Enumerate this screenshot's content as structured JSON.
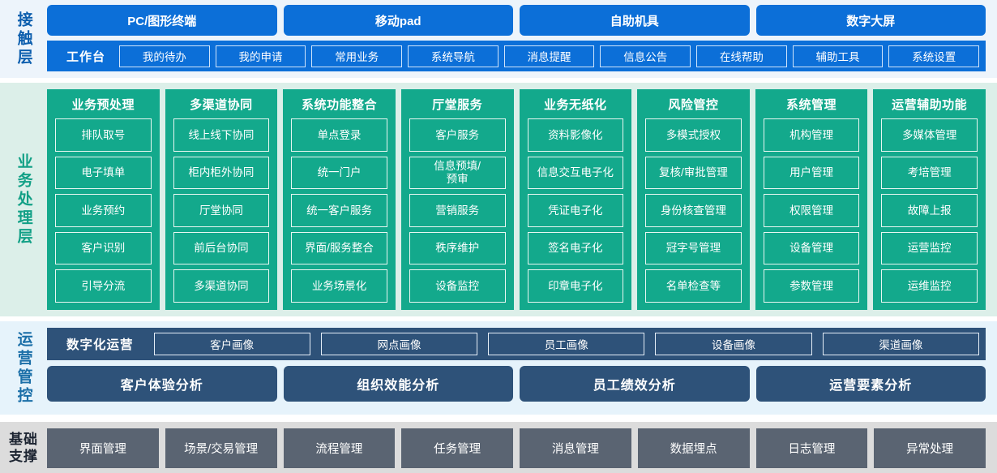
{
  "layers": {
    "contact": {
      "label": "接触层",
      "channels": [
        "PC/图形终端",
        "移动pad",
        "自助机具",
        "数字大屏"
      ],
      "workbench_title": "工作台",
      "workbench_items": [
        "我的待办",
        "我的申请",
        "常用业务",
        "系统导航",
        "消息提醒",
        "信息公告",
        "在线帮助",
        "辅助工具",
        "系统设置"
      ]
    },
    "business": {
      "label": "业务处理层",
      "columns": [
        {
          "title": "业务预处理",
          "items": [
            "排队取号",
            "电子填单",
            "业务预约",
            "客户识别",
            "引导分流"
          ]
        },
        {
          "title": "多渠道协同",
          "items": [
            "线上线下协同",
            "柜内柜外协同",
            "厅堂协同",
            "前后台协同",
            "多渠道协同"
          ]
        },
        {
          "title": "系统功能整合",
          "items": [
            "单点登录",
            "统一门户",
            "统一客户服务",
            "界面/服务整合",
            "业务场景化"
          ]
        },
        {
          "title": "厅堂服务",
          "items": [
            "客户服务",
            "信息预填/\n预审",
            "营销服务",
            "秩序维护",
            "设备监控"
          ]
        },
        {
          "title": "业务无纸化",
          "items": [
            "资料影像化",
            "信息交互电子化",
            "凭证电子化",
            "签名电子化",
            "印章电子化"
          ]
        },
        {
          "title": "风险管控",
          "items": [
            "多模式授权",
            "复核/审批管理",
            "身份核查管理",
            "冠字号管理",
            "名单检查等"
          ]
        },
        {
          "title": "系统管理",
          "items": [
            "机构管理",
            "用户管理",
            "权限管理",
            "设备管理",
            "参数管理"
          ]
        },
        {
          "title": "运营辅助功能",
          "items": [
            "多媒体管理",
            "考培管理",
            "故障上报",
            "运营监控",
            "运维监控"
          ]
        }
      ]
    },
    "operations": {
      "label": "运营管控",
      "digital_title": "数字化运营",
      "portraits": [
        "客户画像",
        "网点画像",
        "员工画像",
        "设备画像",
        "渠道画像"
      ],
      "analyses": [
        "客户体验分析",
        "组织效能分析",
        "员工绩效分析",
        "运营要素分析"
      ]
    },
    "foundation": {
      "label_line1": "基础",
      "label_line2": "支撑",
      "items": [
        "界面管理",
        "场景/交易管理",
        "流程管理",
        "任务管理",
        "消息管理",
        "数据埋点",
        "日志管理",
        "异常处理"
      ]
    }
  },
  "colors": {
    "contact_blue": "#0c6fd8",
    "contact_bg": "#edf4fb",
    "business_teal": "#13a98c",
    "business_bg": "#dcefe9",
    "operations_navy": "#2e5279",
    "operations_bg": "#e6f3fb",
    "foundation_grey": "#5a6472",
    "foundation_bg": "#dcdcdc"
  }
}
